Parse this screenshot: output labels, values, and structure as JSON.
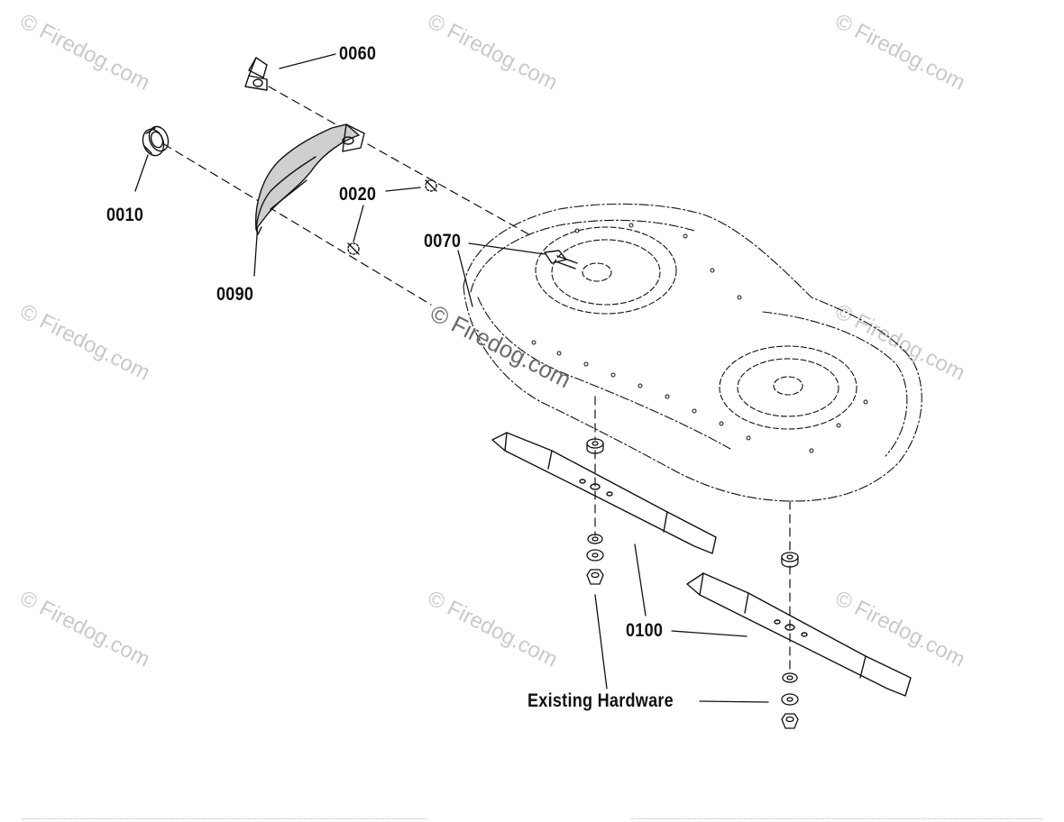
{
  "watermark": {
    "text": "© Firedog.com",
    "color": "#c9c9c9",
    "center_color": "#6a6a6a"
  },
  "callouts": {
    "p0060": "0060",
    "p0010": "0010",
    "p0020": "0020",
    "p0070": "0070",
    "p0090": "0090",
    "p0100": "0100",
    "existing_hardware": "Existing Hardware"
  },
  "colors": {
    "background": "#ffffff",
    "line": "#111111"
  }
}
